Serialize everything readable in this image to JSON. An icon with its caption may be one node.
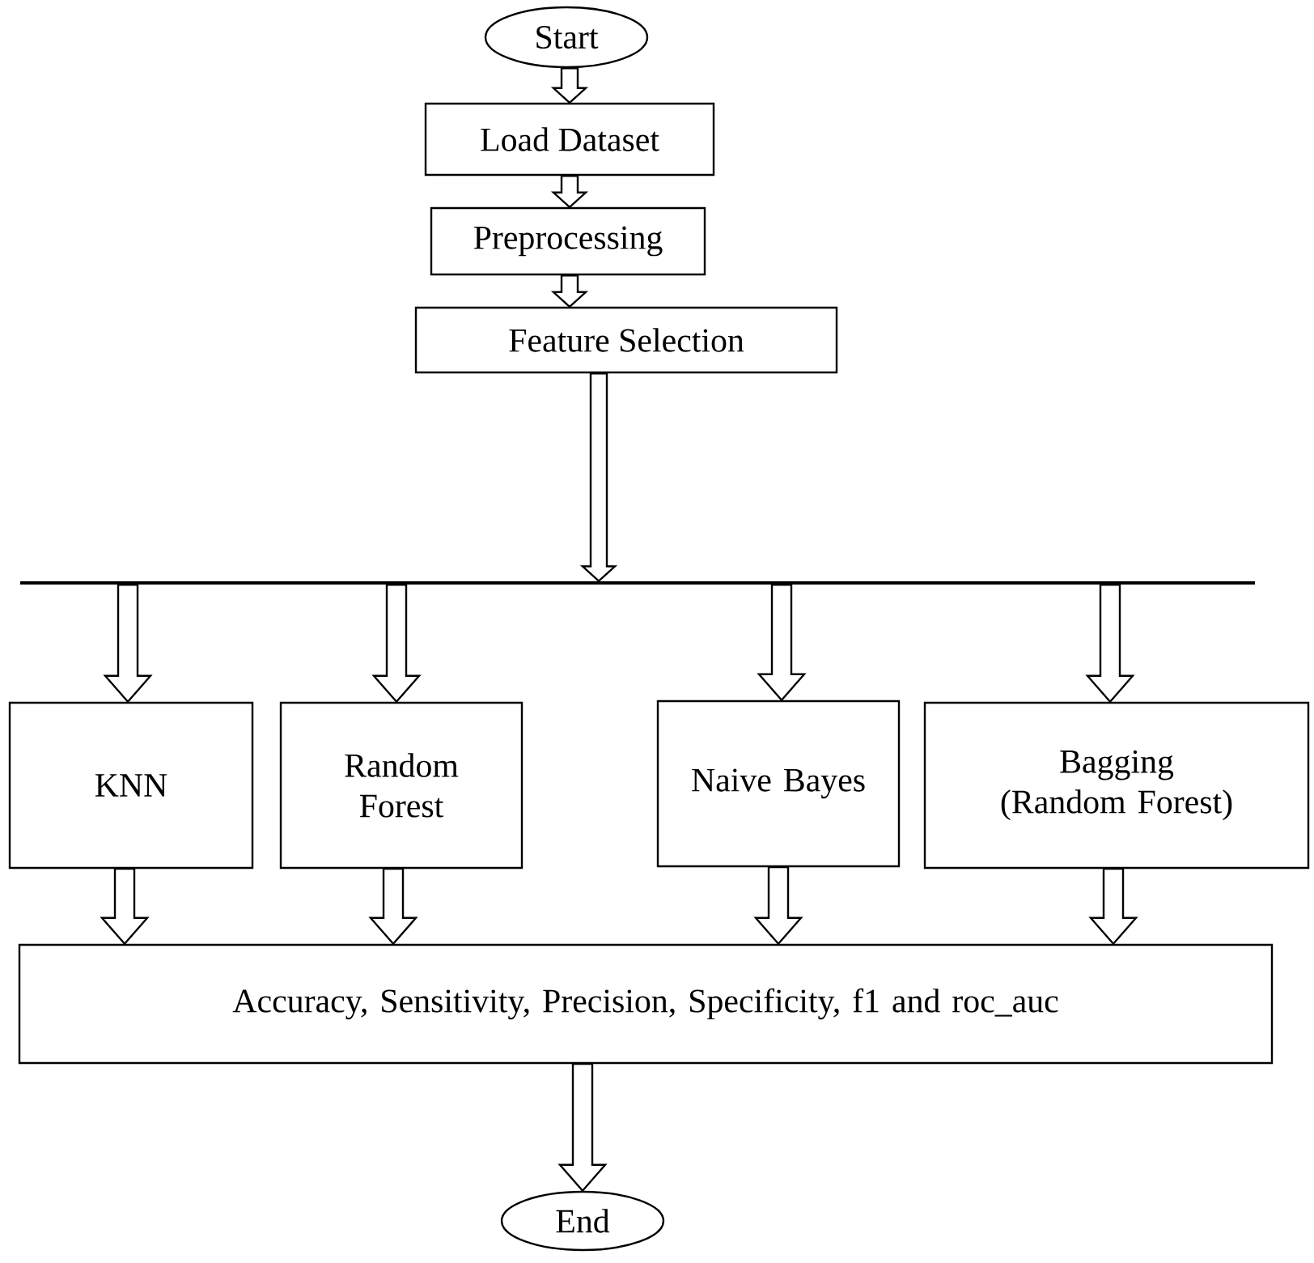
{
  "diagram": {
    "nodes": [
      {
        "text": [
          "Start"
        ]
      },
      {
        "text": [
          "Load Dataset"
        ]
      },
      {
        "text": [
          "Preprocessing"
        ]
      },
      {
        "text": [
          "Feature Selection"
        ]
      },
      {
        "text": [],
        "shape": "bar"
      },
      {
        "text": [
          "KNN"
        ]
      },
      {
        "text": [
          "Random Forest"
        ]
      },
      {
        "text": [
          "Naive Bayes"
        ]
      },
      {
        "text": [
          "Bagging (Random Forest)"
        ]
      },
      {
        "text": [
          "Accuracy, Sensitivity, Precision, Specificity, f1 and roc_auc"
        ]
      },
      {
        "text": [
          "End"
        ]
      }
    ],
    "edges": [
      {
        "from": 0,
        "to": 1,
        "arrow": "to"
      },
      {
        "from": 1,
        "to": 2,
        "arrow": "to"
      },
      {
        "from": 2,
        "to": 3,
        "arrow": "to"
      },
      {
        "from": 3,
        "to": 4,
        "arrow": "to"
      },
      {
        "from": 4,
        "to": 5,
        "arrow": "to"
      },
      {
        "from": 4,
        "to": 6,
        "arrow": "to"
      },
      {
        "from": 4,
        "to": 7,
        "arrow": "to"
      },
      {
        "from": 4,
        "to": 8,
        "arrow": "to"
      },
      {
        "from": 5,
        "to": 9,
        "arrow": "to"
      },
      {
        "from": 6,
        "to": 9,
        "arrow": "to"
      },
      {
        "from": 7,
        "to": 9,
        "arrow": "to"
      },
      {
        "from": 8,
        "to": 9,
        "arrow": "to"
      },
      {
        "from": 9,
        "to": 10,
        "arrow": "to"
      }
    ]
  }
}
